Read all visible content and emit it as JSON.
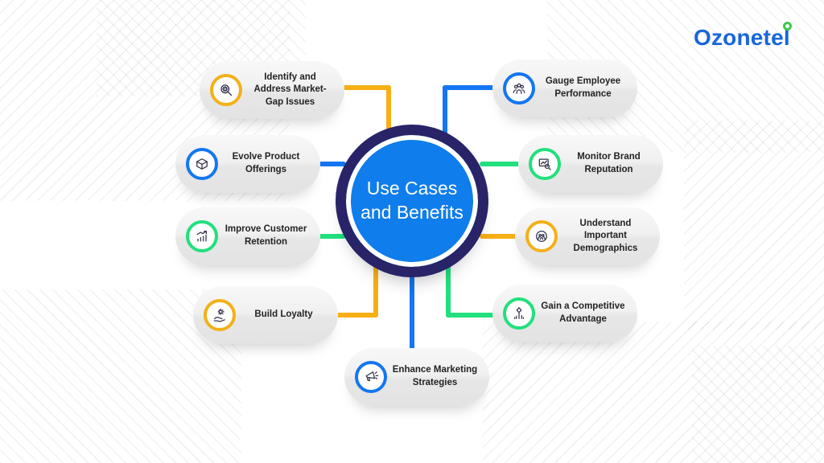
{
  "logo": {
    "text": "Ozonetel"
  },
  "center": {
    "title_line1": "Use Cases",
    "title_line2": "and Benefits"
  },
  "colors": {
    "yellow": "#F7AF15",
    "blue": "#1476F2",
    "green": "#21E07D",
    "navy_ring": "#282467",
    "center_fill": "#0F7DEB",
    "logo_blue": "#1766DC",
    "logo_mark_green": "#3DC94E",
    "pill_background": "#ECECEC",
    "label_text": "#232323"
  },
  "nodes": [
    {
      "label": "Identify and Address Market-Gap Issues",
      "icon": "magnifier-gear-icon",
      "accent": "yellow"
    },
    {
      "label": "Evolve Product Offerings",
      "icon": "package-box-icon",
      "accent": "blue"
    },
    {
      "label": "Improve Customer Retention",
      "icon": "growth-chart-icon",
      "accent": "green"
    },
    {
      "label": "Build Loyalty",
      "icon": "hand-sparkle-icon",
      "accent": "yellow"
    },
    {
      "label": "Enhance Marketing Strategies",
      "icon": "megaphone-icon",
      "accent": "blue"
    },
    {
      "label": "Gauge Employee Performance",
      "icon": "team-icon",
      "accent": "blue"
    },
    {
      "label": "Monitor Brand Reputation",
      "icon": "chart-magnifier-icon",
      "accent": "green"
    },
    {
      "label": "Understand Important Demographics",
      "icon": "demographics-icon",
      "accent": "yellow"
    },
    {
      "label": "Gain a Competitive Advantage",
      "icon": "award-growth-icon",
      "accent": "green"
    }
  ]
}
